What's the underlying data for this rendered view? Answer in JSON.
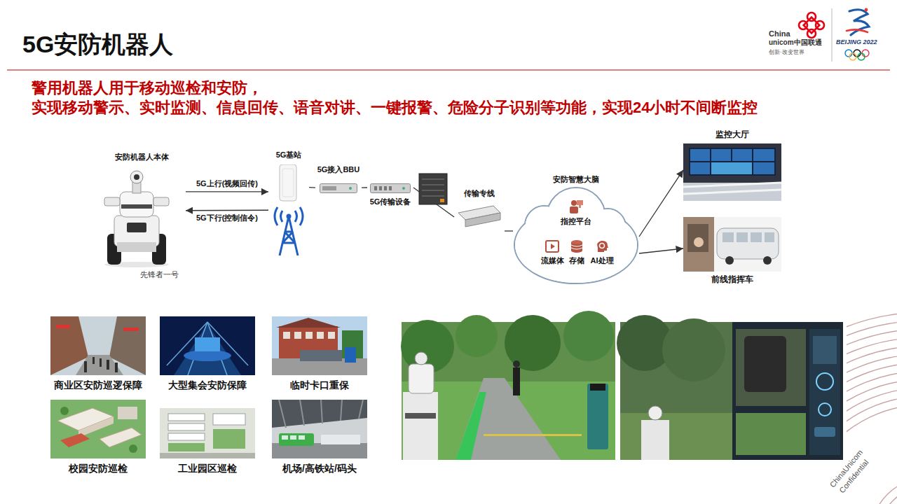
{
  "diagram": {
    "title": "5G安防机器人",
    "nodes": [
      {
        "text": [
          "安防机器人本体",
          "先锋者一号"
        ]
      },
      {
        "text": [
          "5G基站"
        ]
      },
      {
        "text": [
          "5G接入BBU"
        ]
      },
      {
        "text": [
          "5G传输设备"
        ]
      },
      {
        "text": [
          "传输专线"
        ]
      },
      {
        "text": [
          "安防智慧大脑"
        ]
      },
      {
        "text": [
          "指控平台"
        ],
        "in": 5
      },
      {
        "text": [
          "流媒体"
        ],
        "in": 5
      },
      {
        "text": [
          "存储"
        ],
        "in": 5
      },
      {
        "text": [
          "AI处理"
        ],
        "in": 5
      },
      {
        "text": [
          "监控大厅"
        ]
      },
      {
        "text": [
          "前线指挥车"
        ]
      },
      {
        "text": [
          "商业区安防巡逻保障"
        ]
      },
      {
        "text": [
          "大型集会安防保障"
        ]
      },
      {
        "text": [
          "临时卡口重保"
        ]
      },
      {
        "text": [
          "校园安防巡检"
        ]
      },
      {
        "text": [
          "工业园区巡检"
        ]
      },
      {
        "text": [
          "机场/高铁站/码头"
        ]
      }
    ],
    "edges": [
      {
        "from": 0,
        "to": 1,
        "label": "5G上行(视频回传)",
        "arrow": "to"
      },
      {
        "from": 1,
        "to": 0,
        "label": "5G下行(控制信令)",
        "arrow": "to"
      },
      {
        "from": 1,
        "to": 2,
        "arrow": "none"
      },
      {
        "from": 2,
        "to": 3,
        "arrow": "none"
      },
      {
        "from": 3,
        "to": 4,
        "arrow": "none"
      },
      {
        "from": 4,
        "to": 5,
        "arrow": "none"
      },
      {
        "from": 5,
        "to": 10,
        "arrow": "to"
      },
      {
        "from": 5,
        "to": 11,
        "arrow": "to"
      }
    ],
    "labels": [
      "警用机器人用于移动巡检和安防，",
      "实现移动警示、实时监测、信息回传、语音对讲、一键报警、危险分子识别等功能，实现24小时不间断监控",
      "China",
      "unicom中国联通",
      "创新·改变世界",
      "BEIJING 2022",
      "ChinaUnicom",
      "Confidential"
    ]
  }
}
